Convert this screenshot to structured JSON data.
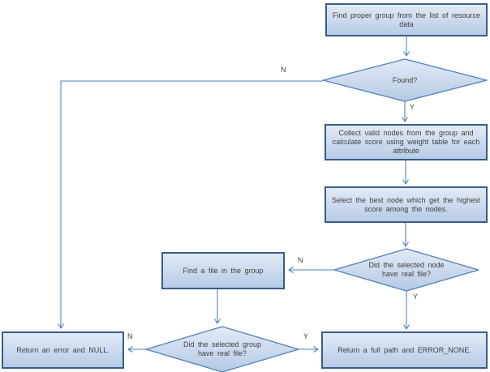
{
  "diagram": {
    "type": "flowchart",
    "nodes": {
      "find_proper_group": {
        "shape": "process",
        "label": "Find proper group from the list of resource data"
      },
      "found": {
        "shape": "decision",
        "label": "Found?"
      },
      "collect_valid_nodes": {
        "shape": "process",
        "label": "Collect valid nodes from the group and calculate score using weight table for each attribute"
      },
      "select_best_node": {
        "shape": "process",
        "label": "Select the best node which get the highest score among the nodes."
      },
      "node_have_real_file": {
        "shape": "decision",
        "label": "Did the selected node have real file?"
      },
      "find_file_in_group": {
        "shape": "process",
        "label": "Find a file in the group"
      },
      "group_have_real_file": {
        "shape": "decision",
        "label": "Did the selected group have real file?"
      },
      "return_error_null": {
        "shape": "process",
        "label": "Return an error and NULL."
      },
      "return_full_path": {
        "shape": "process",
        "label": "Return a full path and ERROR_NONE."
      }
    },
    "edges": {
      "found_no": {
        "from": "found",
        "to": "return_error_null",
        "label": "N"
      },
      "found_yes": {
        "from": "found",
        "to": "collect_valid_nodes",
        "label": "Y"
      },
      "node_file_no": {
        "from": "node_have_real_file",
        "to": "find_file_in_group",
        "label": "N"
      },
      "node_file_yes": {
        "from": "node_have_real_file",
        "to": "return_full_path",
        "label": "Y"
      },
      "group_file_no": {
        "from": "group_have_real_file",
        "to": "return_error_null",
        "label": "N"
      },
      "group_file_yes": {
        "from": "group_have_real_file",
        "to": "return_full_path",
        "label": "Y"
      }
    },
    "colors": {
      "shape_fill_top": "#e2eaf5",
      "shape_fill_bottom": "#b6cbe6",
      "box_border": "#385d8a",
      "diamond_border": "#4f81bd",
      "connector": "#4f81bd",
      "text": "#3f3f3f",
      "background": "#ffffff"
    }
  }
}
